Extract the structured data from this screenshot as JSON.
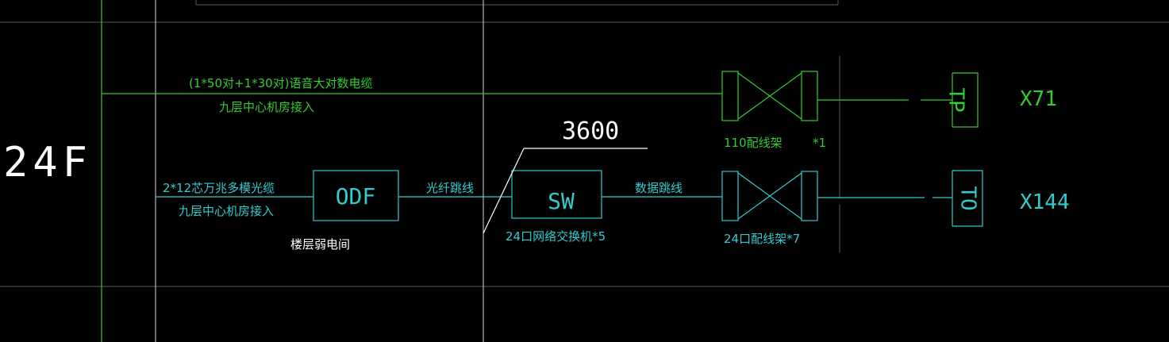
{
  "floor": {
    "label": "24F"
  },
  "voice": {
    "cable_label": "(1*50对+1*30对)语音大对数电缆",
    "source_label": "九层中心机房接入",
    "patch_panel_label": "110配线架",
    "patch_panel_qty": "*1",
    "outlet_label": "TP",
    "outlet_count": "X71"
  },
  "data": {
    "cable_label": "2*12芯万兆多模光缆",
    "source_label": "九层中心机房接入",
    "odf_label": "ODF",
    "room_label": "楼层弱电间",
    "fiber_jumper_label": "光纤跳线",
    "switch_label": "SW",
    "switch_desc": "24口网络交换机*5",
    "data_jumper_label": "数据跳线",
    "patch_panel_label": "24口配线架*7",
    "outlet_label": "TO",
    "outlet_count": "X144"
  },
  "dimension": {
    "value": "3600"
  },
  "colors": {
    "background": "#000000",
    "voice_line": "#33cc33",
    "data_line": "#33cccc",
    "frame_white": "#d8d8d8",
    "frame_grey": "#5a5a5a"
  }
}
